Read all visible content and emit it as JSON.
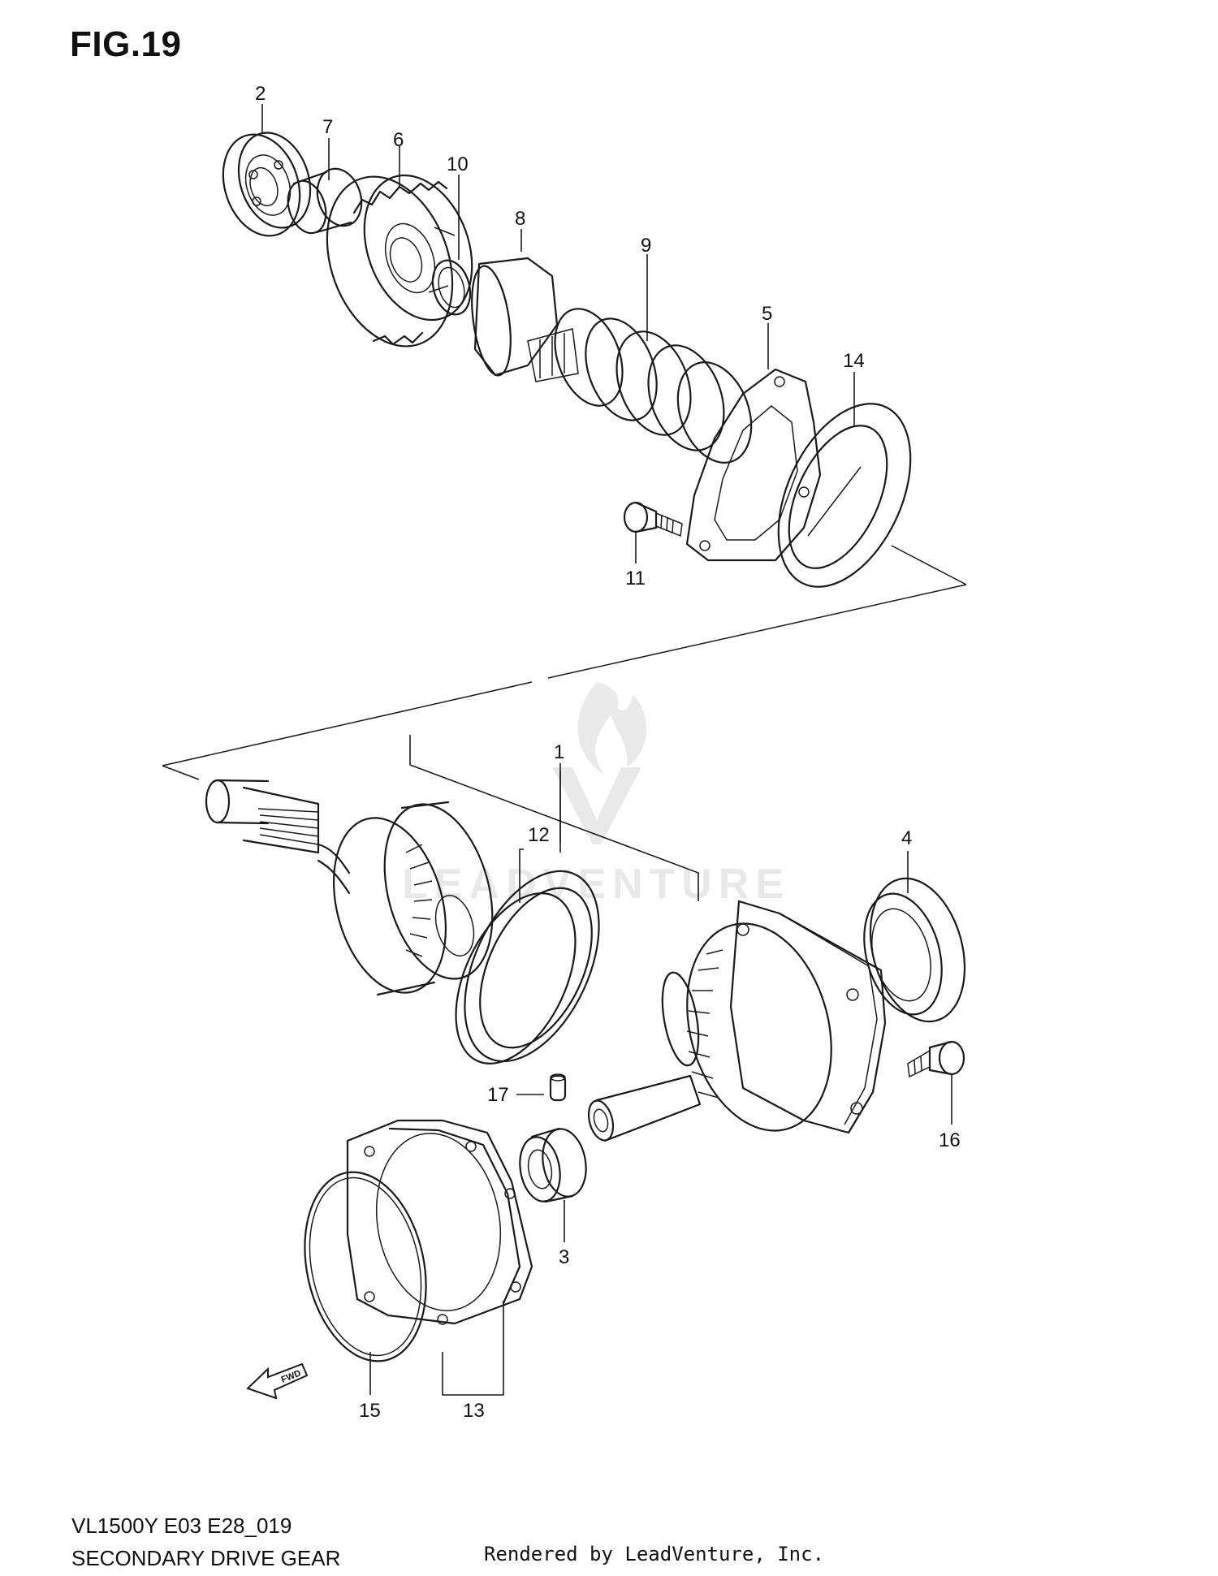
{
  "figure": {
    "title": "FIG.19",
    "model_code": "VL1500Y E03 E28_019",
    "description": "SECONDARY DRIVE GEAR",
    "credit": "Rendered by LeadVenture, Inc.",
    "watermark": "LEADVENTURE"
  },
  "callouts": {
    "c1": "1",
    "c2": "2",
    "c3": "3",
    "c4": "4",
    "c5": "5",
    "c6": "6",
    "c7": "7",
    "c8": "8",
    "c9": "9",
    "c10": "10",
    "c11": "11",
    "c12": "12",
    "c13": "13",
    "c14": "14",
    "c15": "15",
    "c16": "16",
    "c17": "17"
  },
  "direction_label": "FWD"
}
